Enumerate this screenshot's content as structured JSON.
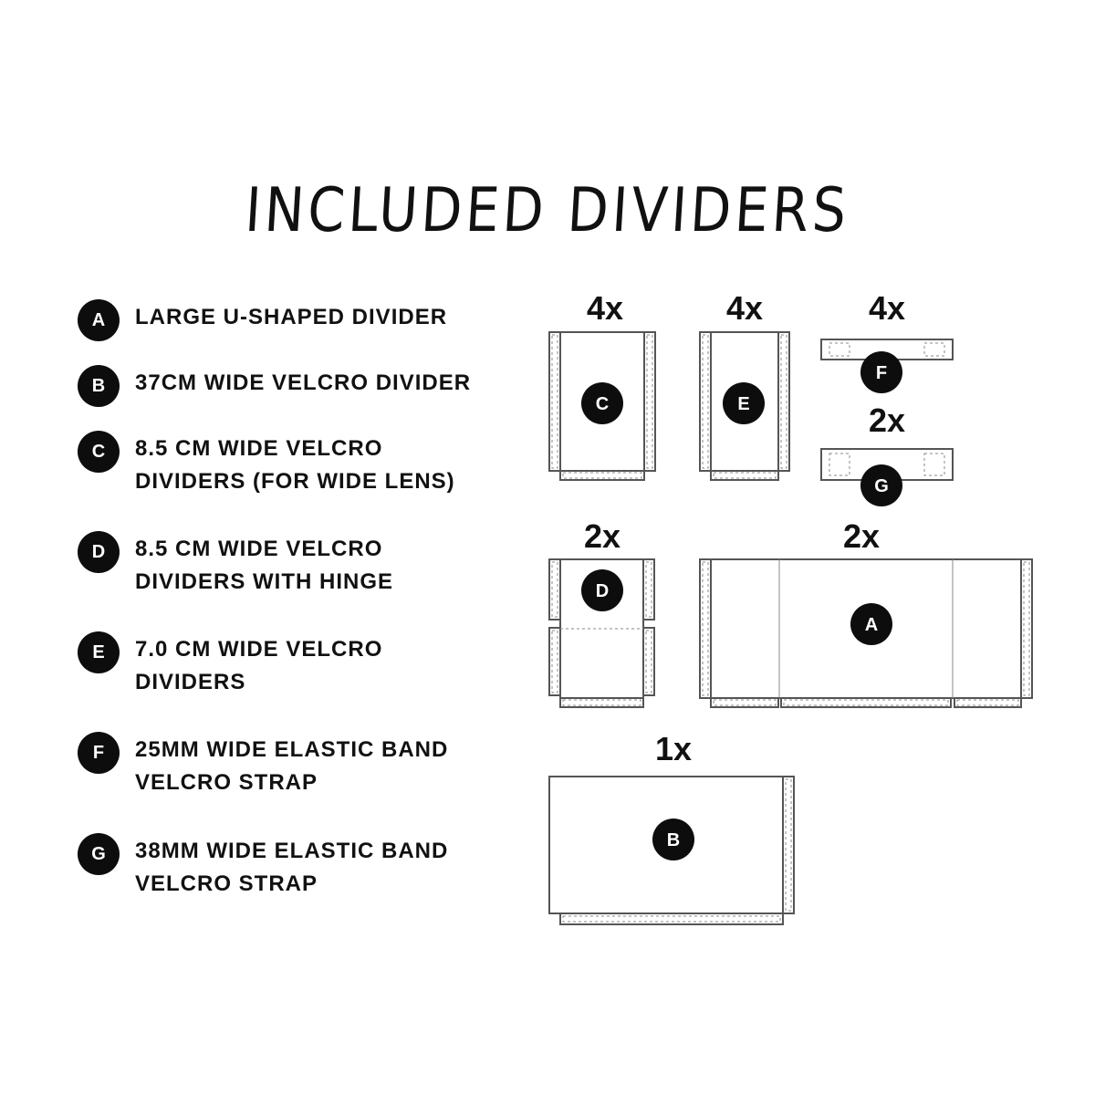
{
  "title": "INCLUDED DIVIDERS",
  "legend": [
    {
      "letter": "A",
      "lines": [
        "LARGE  U-SHAPED DIVIDER"
      ]
    },
    {
      "letter": "B",
      "lines": [
        "37CM WIDE VELCRO DIVIDER"
      ]
    },
    {
      "letter": "C",
      "lines": [
        "8.5 CM WIDE VELCRO",
        "DIVIDERS (FOR WIDE LENS)"
      ]
    },
    {
      "letter": "D",
      "lines": [
        "8.5 CM WIDE VELCRO",
        "DIVIDERS WITH HINGE"
      ]
    },
    {
      "letter": "E",
      "lines": [
        "7.0 CM WIDE VELCRO",
        "DIVIDERS"
      ]
    },
    {
      "letter": "F",
      "lines": [
        "25MM WIDE ELASTIC BAND",
        "VELCRO STRAP"
      ]
    },
    {
      "letter": "G",
      "lines": [
        "38MM WIDE ELASTIC BAND",
        "VELCRO STRAP"
      ]
    }
  ],
  "parts": {
    "C": {
      "qty": "4x",
      "label": "C"
    },
    "E": {
      "qty": "4x",
      "label": "E"
    },
    "F": {
      "qty": "4x",
      "label": "F"
    },
    "G": {
      "qty": "2x",
      "label": "G"
    },
    "D": {
      "qty": "2x",
      "label": "D"
    },
    "A": {
      "qty": "2x",
      "label": "A"
    },
    "B": {
      "qty": "1x",
      "label": "B"
    }
  },
  "colors": {
    "badge": "#0d0d0d",
    "outline": "#555555"
  }
}
